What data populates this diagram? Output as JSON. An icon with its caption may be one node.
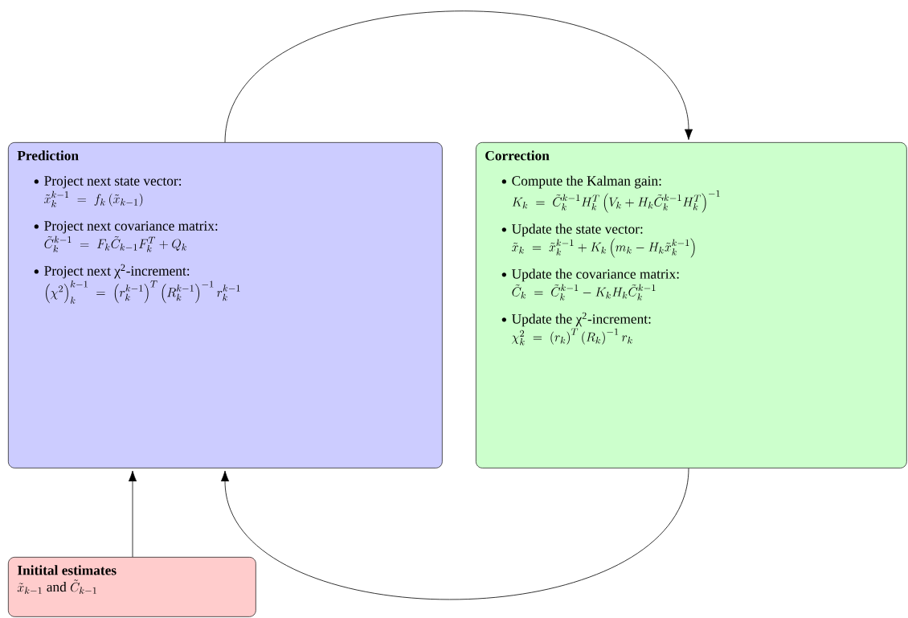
{
  "diagram": {
    "nodes": [
      {
        "text": [
          "Prediction",
          "Project next state vector:",
          "\\tilde{x}_k^{k-1} \\;=\\; f_k\\left(\\tilde{x}_{k-1}\\right)",
          "Project next covariance matrix:",
          "\\tilde{C}_k^{k-1} \\;=\\; F_k \\tilde{C}_{k-1} F_k^T + Q_k",
          "Project next χ$^{2}$-increment:",
          "\\left(\\chi^2\\right)_k^{k-1} \\;=\\; \\left(r_k^{k-1}\\right)^T \\left(R_k^{k-1}\\right)^{-1} r_k^{k-1}"
        ]
      },
      {
        "text": [
          "Correction",
          "Compute the Kalman gain:",
          "K_k \\;=\\; \\tilde{C}_k^{k-1} H_k^T \\left(V_k + H_k \\tilde{C}_k^{k-1} H_k^T\\right)^{-1}",
          "Update the state vector:",
          "\\tilde{x}_k \\;=\\; \\tilde{x}_k^{k-1} + K_k\\left(m_k - H_k \\tilde{x}_k^{k-1}\\right)",
          "Update the covariance matrix:",
          "\\tilde{C}_k \\;=\\; \\tilde{C}_k^{k-1} - K_k H_k \\tilde{C}_k^{k-1}",
          "Update the χ$^{2}$-increment:",
          "\\chi^2_k \\;=\\; \\left(r_k\\right)^T \\left(R_k\\right)^{-1} r_k"
        ]
      },
      {
        "text": [
          "Initital estimates",
          "\\tilde{x}_{k-1} \\mbox{ and } \\tilde{C}_{k-1}"
        ]
      }
    ],
    "edges": [
      {
        "from": 0,
        "to": 1,
        "arrow": "to"
      },
      {
        "from": 1,
        "to": 0,
        "arrow": "to"
      },
      {
        "from": 2,
        "to": 0,
        "arrow": "to"
      }
    ]
  }
}
